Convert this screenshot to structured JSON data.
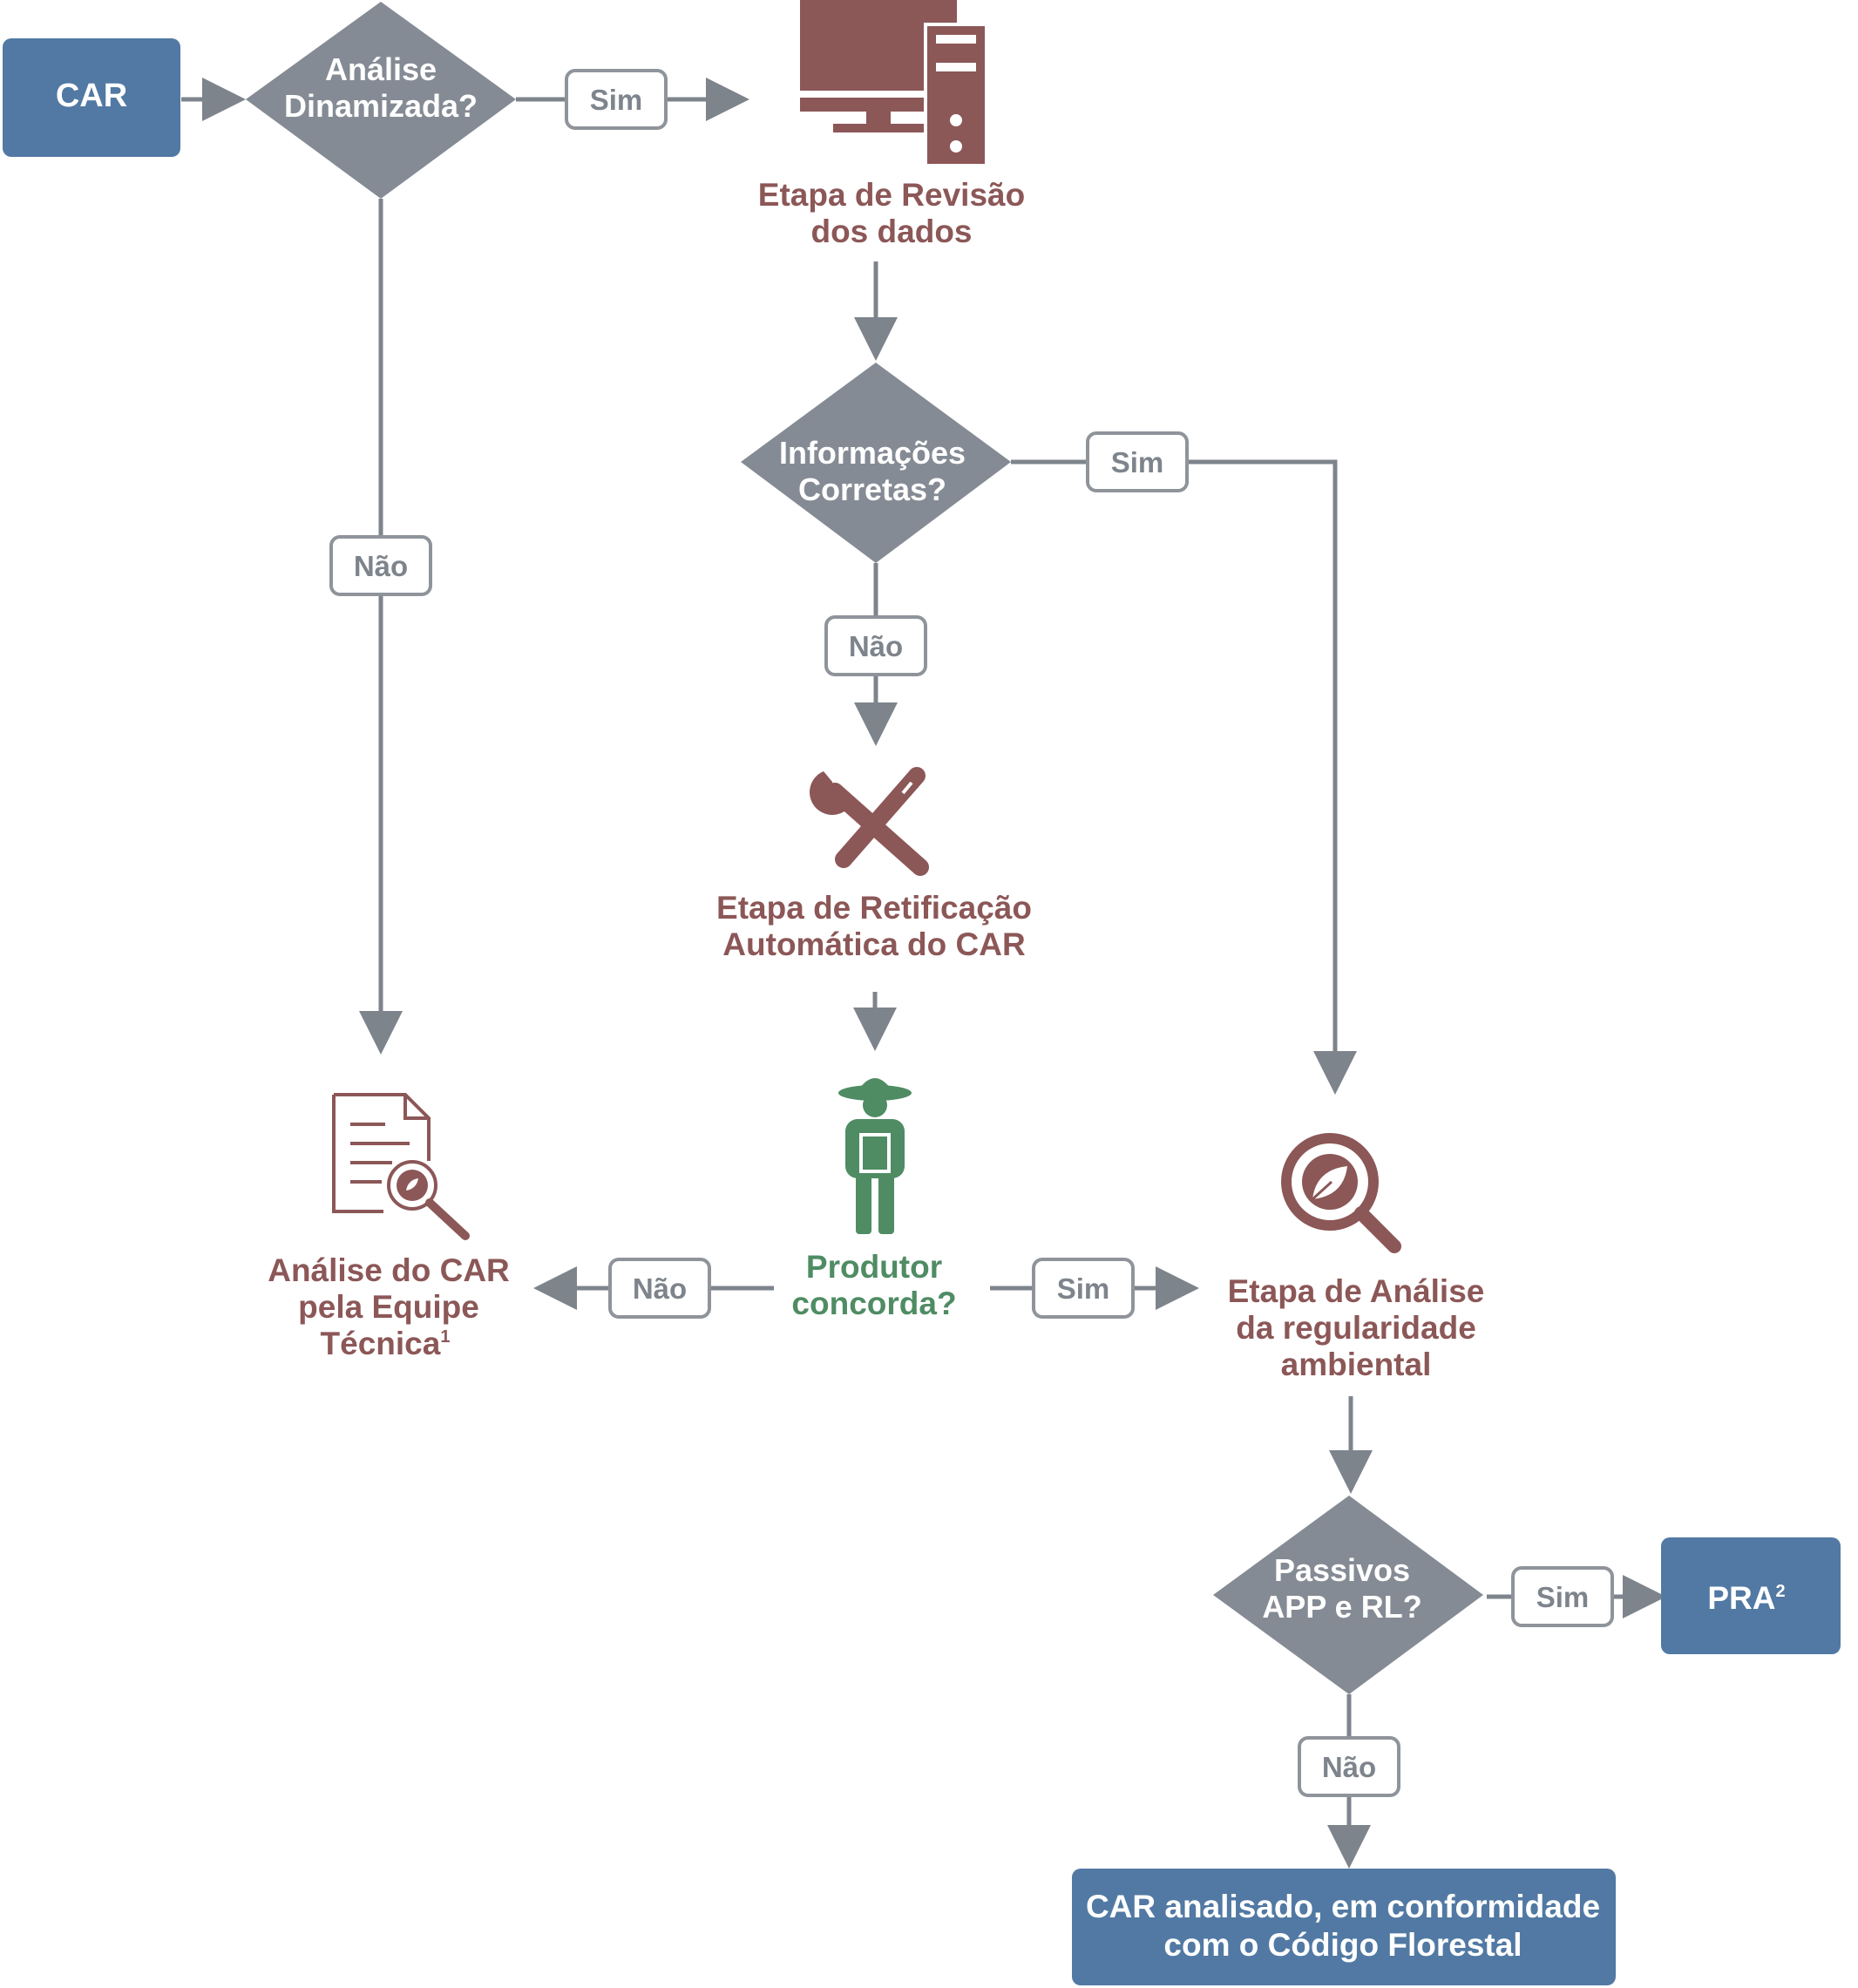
{
  "colors": {
    "blue_box": "#5179a3",
    "diamond": "#858b94",
    "maroon": "#8c5757",
    "green": "#4f8c63",
    "connector": "#7e848c"
  },
  "nodes": {
    "car_start": "CAR",
    "decision_dinamizada": [
      "Análise",
      "Dinamizada?"
    ],
    "revisao": [
      "Etapa de Revisão",
      "dos dados"
    ],
    "decision_informacoes": [
      "Informações",
      "Corretas?"
    ],
    "retificacao": [
      "Etapa de Retificação",
      "Automática do CAR"
    ],
    "produtor": [
      "Produtor",
      "concorda?"
    ],
    "analise_equipe": [
      "Análise do CAR",
      "pela Equipe",
      "Técnica"
    ],
    "analise_equipe_sup": "1",
    "analise_regularidade": [
      "Etapa de Análise",
      "da regularidade",
      "ambiental"
    ],
    "decision_passivos": [
      "Passivos",
      "APP e RL?"
    ],
    "pra": "PRA",
    "pra_sup": "2",
    "car_final": [
      "CAR analisado, em conformidade",
      "com o Código Florestal"
    ]
  },
  "edge_labels": {
    "sim": "Sim",
    "nao": "Não"
  },
  "icons": {
    "computer": "computer-icon",
    "tools": "wrench-screwdriver-icon",
    "farmer": "farmer-icon",
    "document": "document-search-icon",
    "leaf_search": "leaf-magnifier-icon"
  }
}
